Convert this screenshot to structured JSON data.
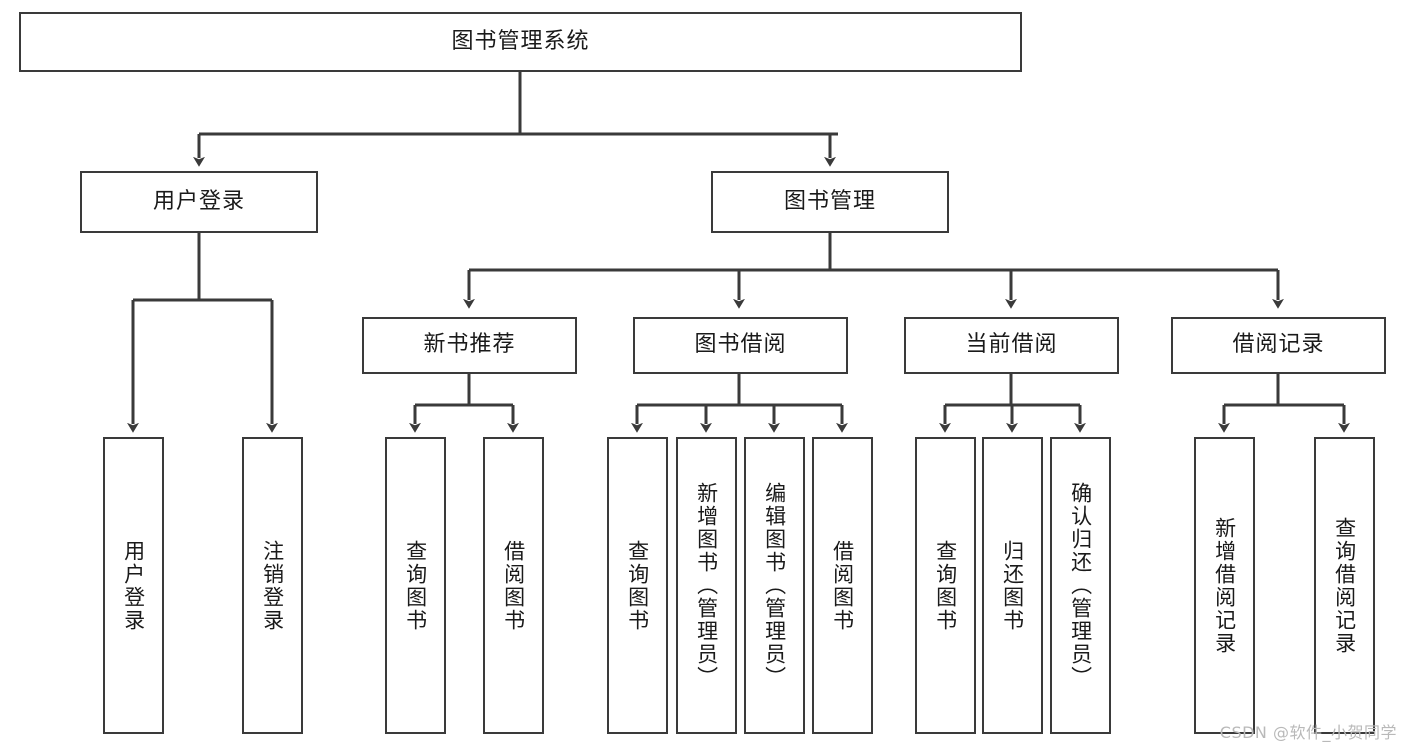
{
  "diagram": {
    "type": "tree",
    "title": "图书管理系统",
    "root": {
      "id": "root",
      "label": "图书管理系统"
    },
    "level1": [
      {
        "id": "user-login",
        "label": "用户登录"
      },
      {
        "id": "book-management",
        "label": "图书管理"
      }
    ],
    "level2": [
      {
        "id": "new-book-recommend",
        "label": "新书推荐",
        "parent": "book-management"
      },
      {
        "id": "book-borrow",
        "label": "图书借阅",
        "parent": "book-management"
      },
      {
        "id": "current-borrow",
        "label": "当前借阅",
        "parent": "book-management"
      },
      {
        "id": "borrow-record",
        "label": "借阅记录",
        "parent": "book-management"
      }
    ],
    "leaves": [
      {
        "id": "leaf-user-login",
        "label": "用户登录",
        "parent": "user-login"
      },
      {
        "id": "leaf-logout-login",
        "label": "注销登录",
        "parent": "user-login"
      },
      {
        "id": "leaf-query-book-1",
        "label": "查询图书",
        "parent": "new-book-recommend"
      },
      {
        "id": "leaf-borrow-book-1",
        "label": "借阅图书",
        "parent": "new-book-recommend"
      },
      {
        "id": "leaf-query-book-2",
        "label": "查询图书",
        "parent": "book-borrow"
      },
      {
        "id": "leaf-add-book",
        "label": "新增图书（管理员）",
        "parent": "book-borrow"
      },
      {
        "id": "leaf-edit-book",
        "label": "编辑图书（管理员）",
        "parent": "book-borrow"
      },
      {
        "id": "leaf-borrow-book-2",
        "label": "借阅图书",
        "parent": "book-borrow"
      },
      {
        "id": "leaf-query-book-3",
        "label": "查询图书",
        "parent": "current-borrow"
      },
      {
        "id": "leaf-return-book",
        "label": "归还图书",
        "parent": "current-borrow"
      },
      {
        "id": "leaf-confirm-return",
        "label": "确认归还（管理员）",
        "parent": "current-borrow"
      },
      {
        "id": "leaf-add-record",
        "label": "新增借阅记录",
        "parent": "borrow-record"
      },
      {
        "id": "leaf-query-record",
        "label": "查询借阅记录",
        "parent": "borrow-record"
      }
    ]
  },
  "watermark": {
    "text": "CSDN @软件_小贺同学"
  },
  "colors": {
    "stroke": "#3a3a3a",
    "box_fill": "#ffffff",
    "text": "#1a1a1a",
    "background": "#ffffff",
    "watermark": "#b9b9b9"
  }
}
